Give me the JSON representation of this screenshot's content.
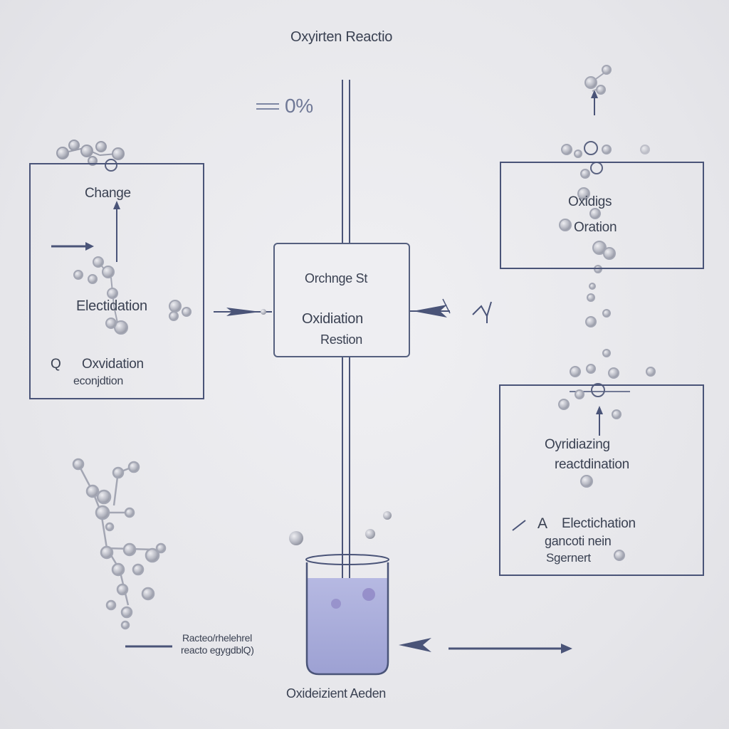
{
  "title": "Oxyirten Reactio",
  "indicator": "0%",
  "left_box": {
    "label_top": "Change",
    "label_mid": "Electidation",
    "label_bottom_prefix": "Q",
    "label_bottom_1": "Oxvidation",
    "label_bottom_2": "econjdtion"
  },
  "center_box": {
    "line1": "Orchnge St",
    "line2": "Oxidiation",
    "line3": "Restion"
  },
  "right_top_box": {
    "line1": "Oxidigs",
    "line2": "Oration"
  },
  "right_bottom_box": {
    "line1": "Oyridiazing",
    "line2": "reactdination",
    "line3_prefix": "A",
    "line3": "Electichation",
    "line4": "gancoti nein",
    "line5": "Sgernert"
  },
  "bottom_left_label": {
    "line1": "Racteo/rhelehrel",
    "line2": "reacto egygdblQ)"
  },
  "beaker_label": "Oxideizient Aeden",
  "colors": {
    "line": "#4a5478",
    "liquid": "#a9acd8",
    "molecule": "#b9bbc4"
  }
}
